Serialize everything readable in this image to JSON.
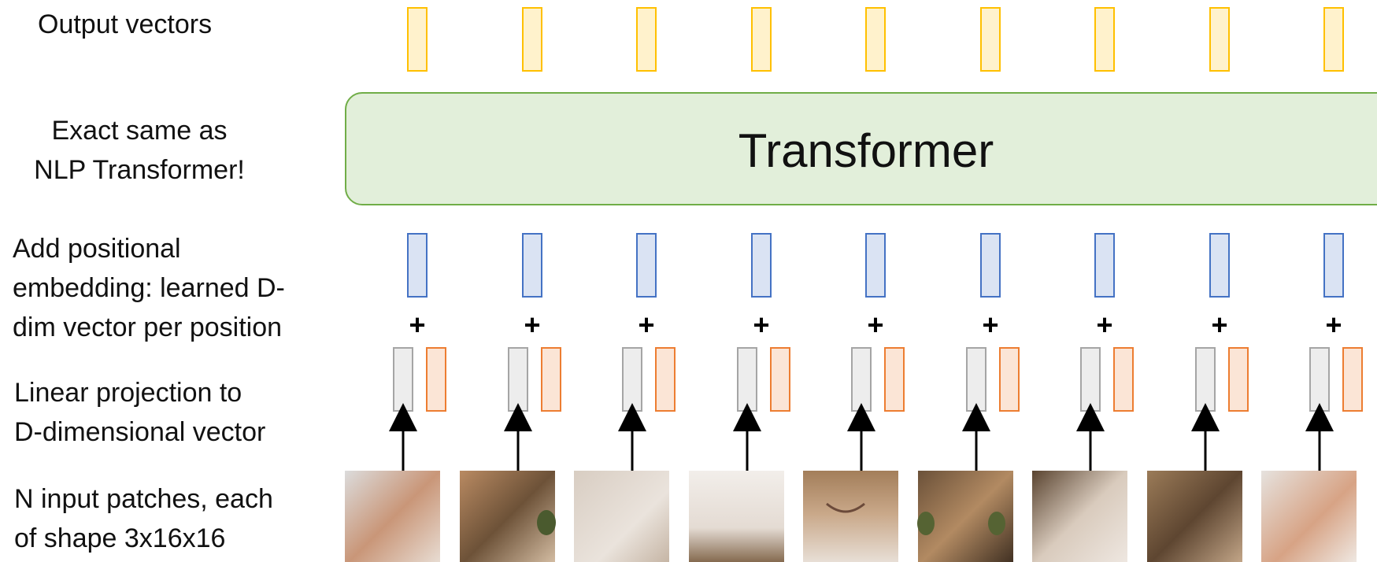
{
  "labels": {
    "output": "Output vectors",
    "transformer_note": "Exact same as\nNLP Transformer!",
    "positional": "Add positional\nembedding: learned D-\ndim vector per position",
    "projection": "Linear projection to\nD-dimensional vector",
    "patches": "N input patches, each\nof shape 3x16x16"
  },
  "transformer": {
    "title": "Transformer"
  },
  "plus_symbol": "+",
  "patch_count": 9,
  "colors": {
    "output_fill": "#fff2cc",
    "output_stroke": "#ffc000",
    "posemb_fill": "#dae3f3",
    "posemb_stroke": "#4472c4",
    "proj_fill": "#ededed",
    "proj_stroke": "#a5a5a5",
    "pos_fill": "#fbe5d6",
    "pos_stroke": "#ed7d31",
    "transformer_fill": "#e2efda",
    "transformer_stroke": "#70ad47"
  },
  "patches": [
    {
      "name": "cat-ear-patch"
    },
    {
      "name": "cat-eye-side-patch"
    },
    {
      "name": "cat-whisker-patch"
    },
    {
      "name": "blanket-patch"
    },
    {
      "name": "cat-nose-patch"
    },
    {
      "name": "cat-eyes-patch"
    },
    {
      "name": "cat-cheek-patch"
    },
    {
      "name": "cat-eye-edge-patch"
    },
    {
      "name": "cat-ear-tip-patch"
    }
  ]
}
